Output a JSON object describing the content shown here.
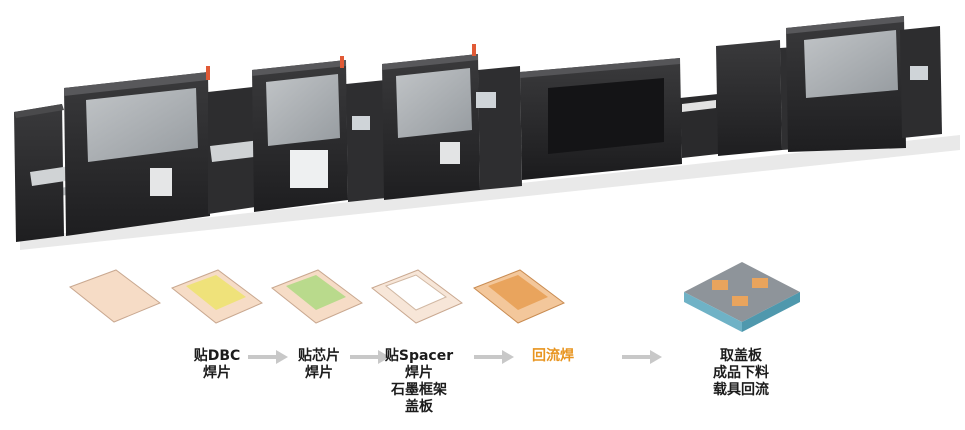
{
  "process": {
    "steps": [
      {
        "label": "贴DBC\n焊片"
      },
      {
        "label": "贴芯片\n焊片"
      },
      {
        "label": "贴Spacer\n焊片\n石墨框架\n盖板"
      },
      {
        "label": "回流焊"
      },
      {
        "label": "取盖板\n成品下料\n载具回流"
      }
    ]
  },
  "colors": {
    "accent": "#e89520",
    "machine_dark": "#2b2b2d",
    "arrow": "#c8c8c8",
    "board_base": "#f6dcc6"
  }
}
